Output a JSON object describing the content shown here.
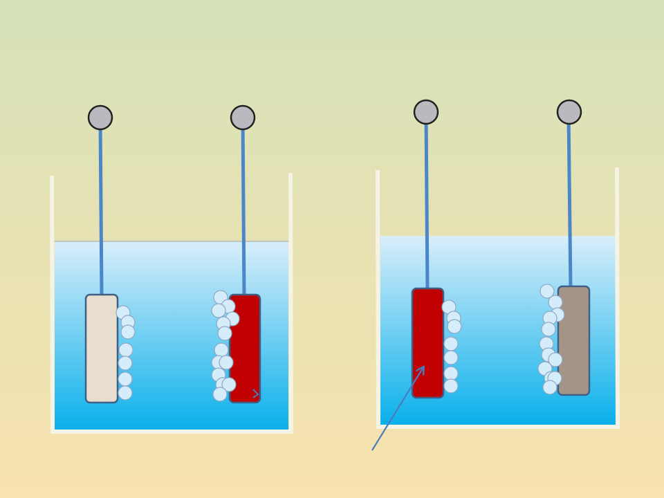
{
  "diagram": {
    "colors": {
      "background_top": "#d6e2b8",
      "background_bottom": "#f8e2ae",
      "beaker_wall": "#f4f3e6",
      "solution_top": "#d8eefa",
      "solution_bottom": "#0ab0ea",
      "wire": "#4a86c8",
      "terminal_fill": "#b9b9bf",
      "terminal_stroke": "#222222",
      "electrode_outline": "#3f5f86",
      "bubble_fill": "#d5ecfb",
      "bubble_stroke": "#8ea8c4",
      "arrow": "#4a7bbd"
    },
    "cells": [
      {
        "name": "left-cell",
        "electrodes": [
          {
            "name": "left-cell-anode",
            "material": "light-porous",
            "fill": "#e7dccb"
          },
          {
            "name": "left-cell-cathode",
            "material": "red-solid",
            "fill": "#c00000"
          }
        ]
      },
      {
        "name": "right-cell",
        "electrodes": [
          {
            "name": "right-cell-red-electrode",
            "material": "red-solid",
            "fill": "#c00000"
          },
          {
            "name": "right-cell-porous-electrode",
            "material": "dark-porous",
            "fill": "#a89888"
          }
        ]
      }
    ],
    "icons": {
      "terminal": "terminal-circle-icon",
      "bubble": "gas-bubble-icon",
      "pointer": "pointer-arrow-icon"
    }
  }
}
